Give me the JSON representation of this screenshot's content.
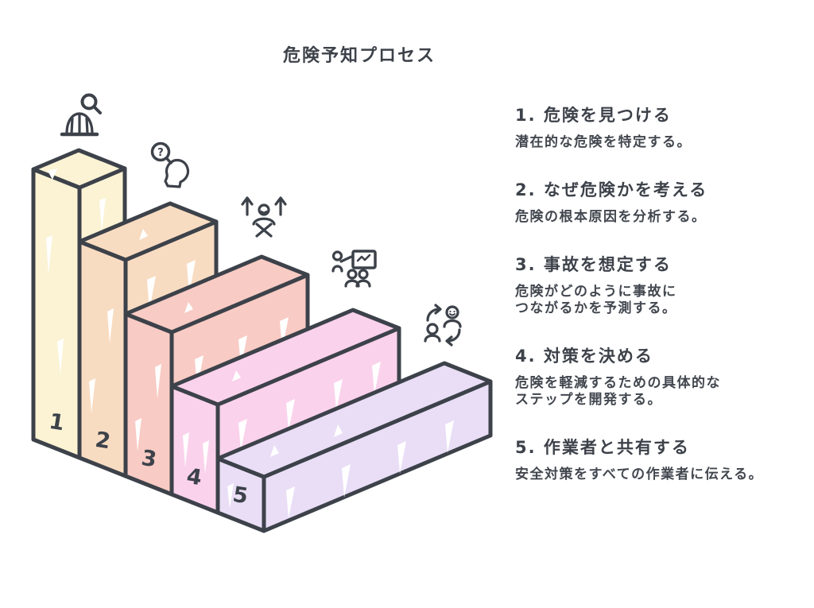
{
  "title": "危険予知プロセス",
  "colors": {
    "ink": "#3d424a",
    "step1": "#fbf3d4",
    "step2": "#f8dcc2",
    "step3": "#f8cbc4",
    "step4": "#fad2ec",
    "step5": "#e9def6"
  },
  "steps": [
    {
      "number": "1",
      "heading": "1. 危険を見つける",
      "desc_lines": [
        "潜在的な危険を特定する。"
      ],
      "icon": "helmet-magnifier-icon",
      "color": "#fbf3d4"
    },
    {
      "number": "2",
      "heading": "2. なぜ危険かを考える",
      "desc_lines": [
        "危険の根本原因を分析する。"
      ],
      "icon": "thinking-head-magnifier-icon",
      "color": "#f8dcc2"
    },
    {
      "number": "3",
      "heading": "3. 事故を想定する",
      "desc_lines": [
        "危険がどのように事故に",
        "つながるかを予測する。"
      ],
      "icon": "falling-person-arrows-icon",
      "color": "#f8cbc4"
    },
    {
      "number": "4",
      "heading": "4. 対策を決める",
      "desc_lines": [
        "危険を軽減するための具体的な",
        "ステップを開発する。"
      ],
      "icon": "team-presentation-icon",
      "color": "#fad2ec"
    },
    {
      "number": "5",
      "heading": "5. 作業者と共有する",
      "desc_lines": [
        "安全対策をすべての作業者に伝える。"
      ],
      "icon": "share-people-icon",
      "color": "#e9def6"
    }
  ]
}
